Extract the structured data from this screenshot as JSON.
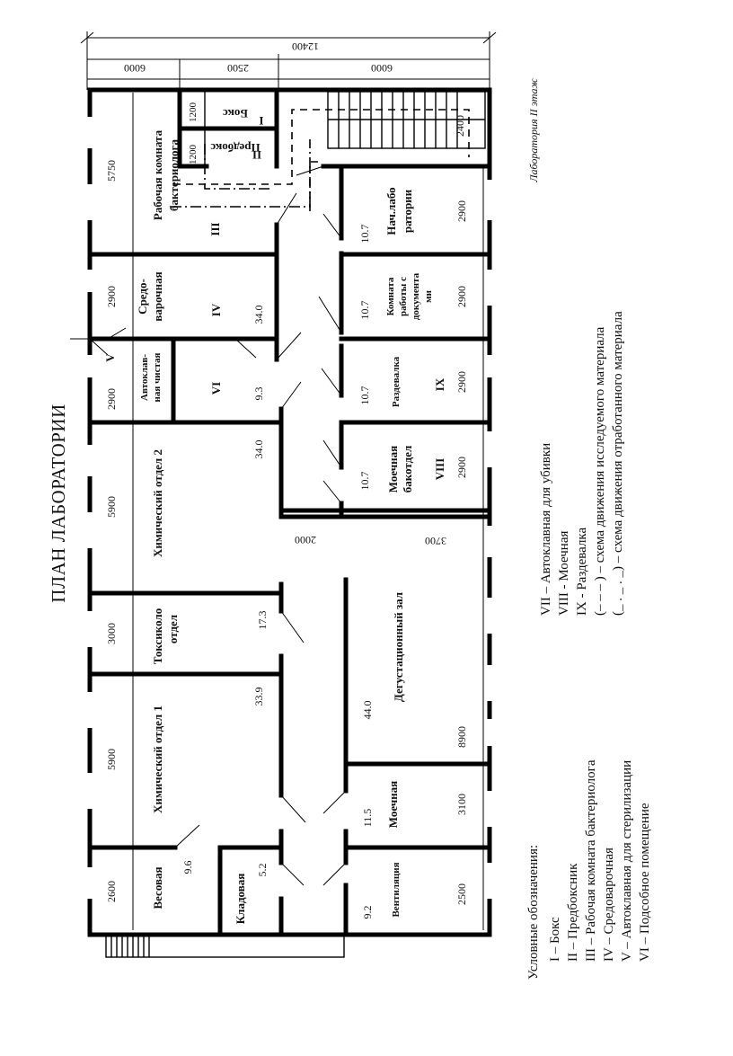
{
  "title": "ПЛАН ЛАБОРАТОРИИ",
  "floor_label": "Лаборатория II этаж",
  "dimensions": {
    "total": "12400",
    "left_wing": "6000",
    "box_width": "2500",
    "right_wing": "6000",
    "box_depth_1": "1200",
    "box_depth_2": "1200",
    "stair_width": "2400",
    "corridor_width": "2000",
    "hall_height": "3700",
    "bays_left": [
      "5750",
      "2900",
      "2900",
      "5900",
      "3000",
      "5900",
      "2600"
    ],
    "bays_right": [
      "2900",
      "2900",
      "2900",
      "2900",
      "8900",
      "3100",
      "2500"
    ]
  },
  "rooms": {
    "box": "Бокс",
    "prebox": "Предбокс",
    "workroom_a": "Рабочая комната",
    "workroom_b": "бактериолога",
    "sredovarochnaya_a": "Средо-",
    "sredovarochnaya_b": "варочная",
    "autoclave_clean_a": "Автоклав-",
    "autoclave_clean_b": "ная чистая",
    "chem2": "Химический отдел 2",
    "toxicology_a": "Токсиколо",
    "toxicology_b": "отдел",
    "chem1": "Химический отдел 1",
    "weighing": "Весовая",
    "storeroom": "Кладовая",
    "head_a": "Нач.лабо",
    "head_b": "ратории",
    "docs_a": "Комната",
    "docs_b": "работы с",
    "docs_c": "документа",
    "docs_d": "ми",
    "changing": "Раздевалка",
    "washing_bac_a": "Моечная",
    "washing_bac_b": "бакотдел",
    "tasting": "Дегустационный зал",
    "washing": "Моечная",
    "ventilation": "Вентиляция"
  },
  "roman": {
    "i": "I",
    "ii": "II",
    "iii": "III",
    "iv": "IV",
    "v": "V",
    "vi": "VI",
    "viii": "VIII",
    "ix": "IX"
  },
  "areas": {
    "sredovarochnaya": "34.0",
    "vi": "9.3",
    "chem2": "34.0",
    "toxicology": "17.3",
    "chem1": "33.9",
    "weighing": "9.6",
    "storeroom": "5.2",
    "head": "10.7",
    "docs": "10.7",
    "changing": "10.7",
    "washing_bac": "10.7",
    "tasting": "44.0",
    "washing": "11.5",
    "ventilation": "9.2"
  },
  "legend": {
    "heading": "Условные обозначения:",
    "items": [
      "I – Бокс",
      "II – Предбоксник",
      "III – Рабочая комната бактериолога",
      "IV – Средоварочная",
      "V – Автоклавная для стерилизации",
      "VI – Подсобное помещение"
    ],
    "items2": [
      "VII – Автоклавная для убивки",
      "VIII - Моечная",
      "IX - Раздевалка",
      "(– – – ) – схема движения исследуемого материала",
      "(_ . _ . _) – схема движения отработанного материала"
    ]
  }
}
